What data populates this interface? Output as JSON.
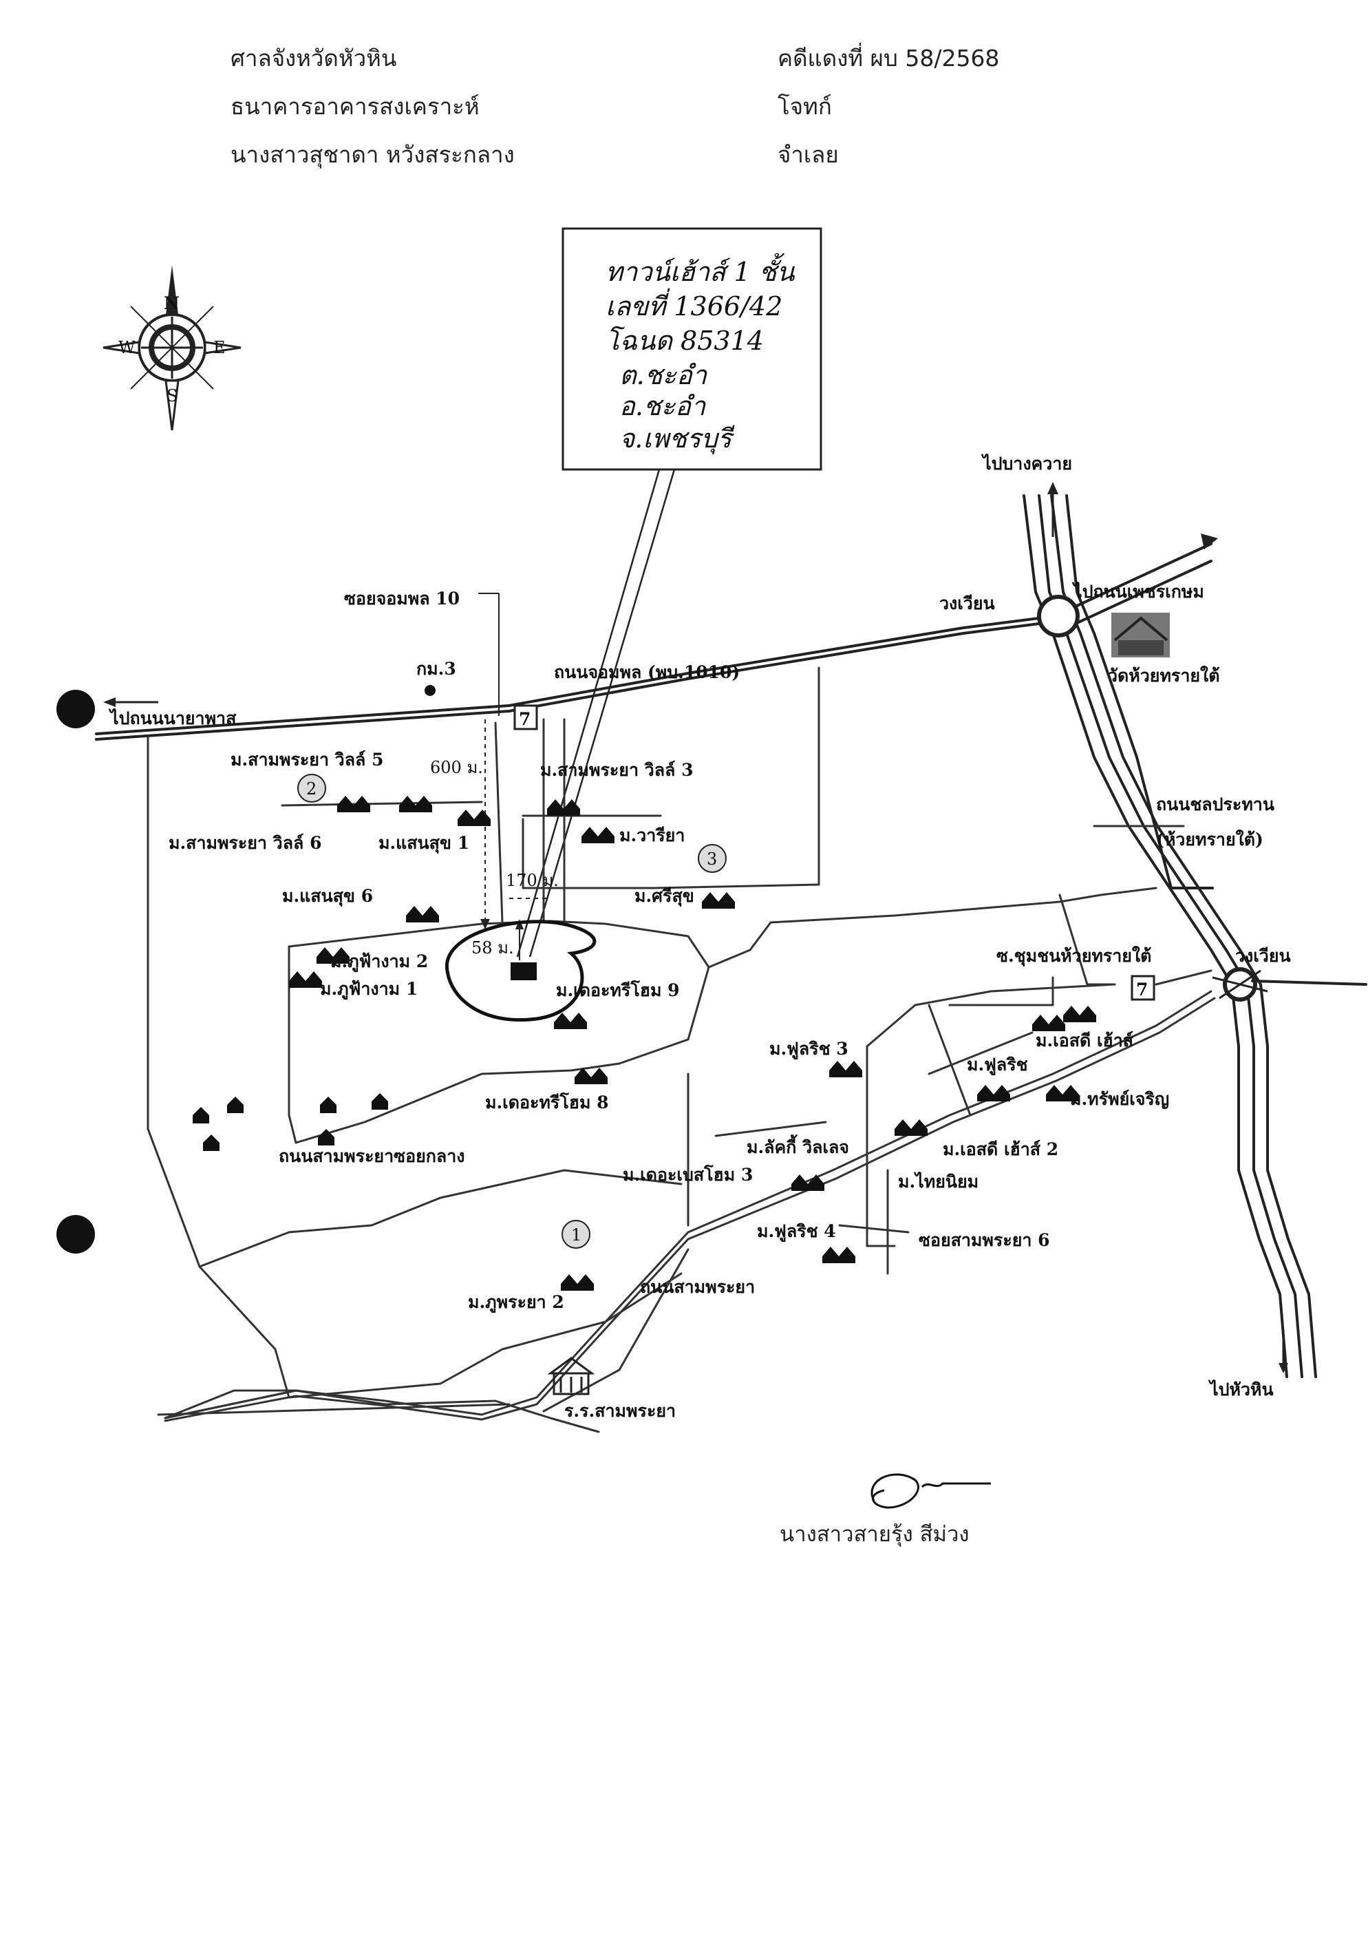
{
  "header": {
    "court": "ศาลจังหวัดหัวหิน",
    "case_no": "คดีแดงที่ ผบ 58/2568",
    "plaintiff_name": "ธนาคารอาคารสงเคราะห์",
    "plaintiff_role": "โจทก์",
    "defendant_name": "นางสาวสุชาดา  หวังสระกลาง",
    "defendant_role": "จำเลย"
  },
  "note_box": {
    "lines": [
      "ทาวน์เฮ้าส์ 1 ชั้น",
      "เลขที่ 1366/42",
      "โฉนด 85314",
      "ต.ชะอำ",
      "อ.ชะอำ",
      "จ.เพชรบุรี"
    ]
  },
  "compass": {
    "n": "N",
    "s": "S",
    "e": "E",
    "w": "W"
  },
  "labels": {
    "to_bang_khwai": "ไปบางควาย",
    "to_phetkasem": "ไปถนนเพชรเกษม",
    "roundabout_top": "วงเวียน",
    "wat": "วัดห้วยทรายใต้",
    "soi_jomphon_10": "ซอยจอมพล 10",
    "km3": "กม.3",
    "jomphon_road": "ถนนจอมพล (พบ.1010)",
    "to_nong_phai": "ไปถนนนายาพาส",
    "sam_phraya_5": "ม.สามพระยา วิลล์ 5",
    "dist_600": "600 ม.",
    "sam_phraya_3": "ม.สามพระยา วิลล์ 3",
    "sam_phraya_6": "ม.สามพระยา วิลล์ 6",
    "saensuk_1": "ม.แสนสุข 1",
    "wariya": "ม.วารียา",
    "chonprathan_road": "ถนนชลประทาน",
    "huai_sai_tai": "(ห้วยทรายใต้)",
    "dist_170": "170 ม.",
    "saensuk_6": "ม.แสนสุข 6",
    "srisuk": "ม.ศรีสุข",
    "dist_58": "58 ม.",
    "phufangam_2": "ม.ภูฟ้างาม 2",
    "phufangam_1": "ม.ภูฟ้างาม 1",
    "the_tree_home_9": "ม.เดอะทรีโฮม 9",
    "community": "ซ.ชุมชนห้วยทรายใต้",
    "roundabout_right": "วงเวียน",
    "asd_house": "ม.เอสดี เฮ้าส์",
    "full_rich_3": "ม.ฟูลริช 3",
    "full_rich": "ม.ฟูลริช",
    "sap_charoen": "ม.ทรัพย์เจริญ",
    "the_tree_home_8": "ม.เดอะทรีโฮม 8",
    "lucky_village": "ม.ลัคกี้ วิลเลจ",
    "asd_house_2": "ม.เอสดี เฮ้าส์ 2",
    "sam_phraya_middle": "ถนนสามพระยาซอยกลาง",
    "the_best_home_3": "ม.เดอะเบสโฮม 3",
    "thai_niyom": "ม.ไทยนิยม",
    "full_rich_4": "ม.ฟูลริช 4",
    "soi_sam_phraya_6": "ซอยสามพระยา 6",
    "sam_phraya_road": "ถนนสามพระยา",
    "phuphraya_2": "ม.ภูพระยา 2",
    "to_hua_hin": "ไปหัวหิน",
    "school": "ร.ร.สามพระยา",
    "circle_1": "1",
    "circle_2": "2",
    "circle_3": "3"
  },
  "signature": {
    "name": "นางสาวสายรุ้ง  สีม่วง"
  }
}
